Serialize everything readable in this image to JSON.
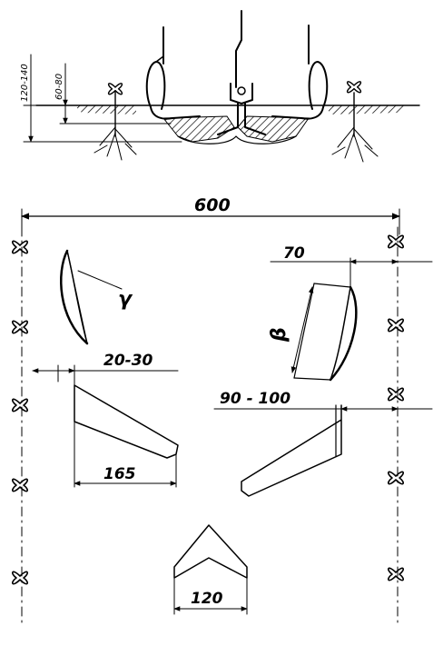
{
  "dimensions": {
    "depth_total": "120-140",
    "depth_share": "60-80",
    "row_width": "600",
    "offset_blade": "70",
    "gap_front": "20-30",
    "gap_side": "90 - 100",
    "blade_length": "165",
    "duck_width": "120"
  },
  "symbols": {
    "angle_gamma": "γ",
    "angle_beta": "β"
  },
  "colors": {
    "ink": "#000000",
    "background": "#ffffff"
  },
  "icons": {
    "plant": "four-petal-plant-marker"
  }
}
